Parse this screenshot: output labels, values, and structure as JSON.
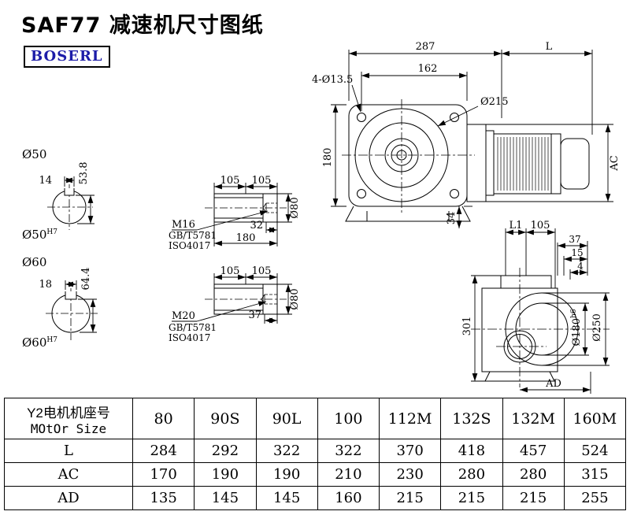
{
  "page": {
    "title": "SAF77 减速机尺寸图纸",
    "brand": "BOSERL"
  },
  "main_view": {
    "dim_width_287": "287",
    "dim_motor_l": "L",
    "dim_162": "162",
    "holes_label": "4-Ø13.5",
    "flange_dia": "Ø215",
    "dim_180": "180",
    "dim_34": "34",
    "dim_ac": "AC"
  },
  "input_shaft_50": {
    "dia_label": "Ø50",
    "key_width": "14",
    "key_height": "53.8",
    "bore_dia": "Ø50",
    "bore_tol": "H7"
  },
  "input_shaft_60": {
    "dia_label": "Ø60",
    "key_width": "18",
    "key_height": "64.4",
    "bore_dia": "Ø60",
    "bore_tol": "H7"
  },
  "shaft_detail_m16": {
    "dim_105a": "105",
    "dim_105b": "105",
    "thread": "M16",
    "std_gb": "GB/T5781",
    "std_iso": "ISO4017",
    "thread_depth": "32",
    "length": "180",
    "dia": "Ø80"
  },
  "shaft_detail_m20": {
    "dim_105a": "105",
    "dim_105b": "105",
    "thread": "M20",
    "std_gb": "GB/T5781",
    "std_iso": "ISO4017",
    "thread_depth": "37",
    "dia": "Ø80"
  },
  "side_view": {
    "dim_l1": "L1",
    "dim_105": "105",
    "dim_37": "37",
    "dim_15": "15",
    "dim_4": "4",
    "dim_301": "301",
    "hub_dia": "Ø180",
    "hub_tol": "h6",
    "flange_dia": "Ø250",
    "dim_ad": "AD"
  },
  "table": {
    "header_cn": "Y2电机机座号",
    "header_en": "MOtOr Size",
    "columns": [
      "80",
      "90S",
      "90L",
      "100",
      "112M",
      "132S",
      "132M",
      "160M"
    ],
    "rows": [
      {
        "label": "L",
        "values": [
          "284",
          "292",
          "322",
          "322",
          "370",
          "418",
          "457",
          "524"
        ]
      },
      {
        "label": "AC",
        "values": [
          "170",
          "190",
          "190",
          "210",
          "230",
          "280",
          "280",
          "315"
        ]
      },
      {
        "label": "AD",
        "values": [
          "135",
          "145",
          "145",
          "160",
          "215",
          "215",
          "215",
          "255"
        ]
      }
    ]
  }
}
